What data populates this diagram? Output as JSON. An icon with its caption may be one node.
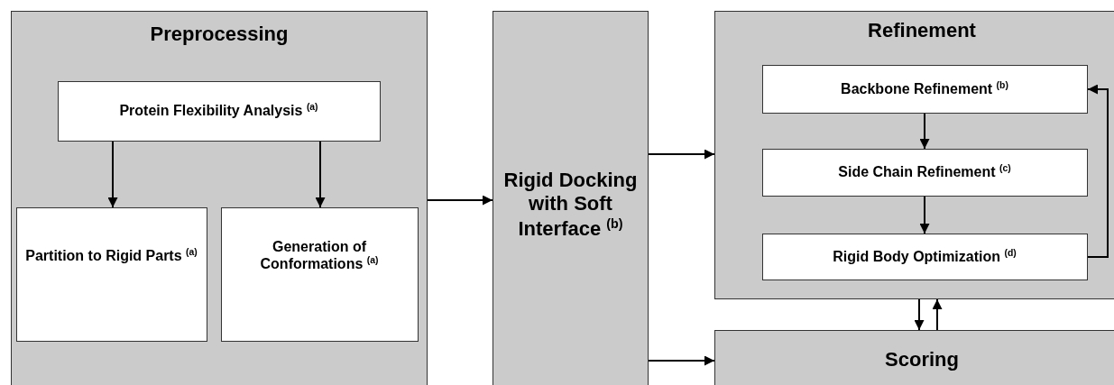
{
  "diagram": {
    "nodes": [
      {
        "text": [
          "Preprocessing"
        ]
      },
      {
        "text": [
          "Protein Flexibility Analysis $^{(a)}$"
        ],
        "in": 0
      },
      {
        "text": [
          "Partition to Rigid Parts $^{(a)}$"
        ],
        "in": 0
      },
      {
        "text": [
          "Generation of Conformations $^{(a)}$"
        ],
        "in": 0
      },
      {
        "text": [
          "Rigid Docking with Soft Interface $^{(b)}$"
        ]
      },
      {
        "text": [
          "Refinement"
        ]
      },
      {
        "text": [
          "Backbone Refinement $^{(b)}$"
        ],
        "in": 5
      },
      {
        "text": [
          "Side Chain Refinement $^{(c)}$"
        ],
        "in": 5
      },
      {
        "text": [
          "Rigid Body Optimization $^{(d)}$"
        ],
        "in": 5
      },
      {
        "text": [
          "Scoring"
        ]
      }
    ],
    "edges": [
      {
        "from": 1,
        "to": 2,
        "arrow": "to"
      },
      {
        "from": 1,
        "to": 3,
        "arrow": "to"
      },
      {
        "from": 0,
        "to": 4,
        "arrow": "to"
      },
      {
        "from": 4,
        "to": 5,
        "arrow": "to"
      },
      {
        "from": 4,
        "to": 9,
        "arrow": "to"
      },
      {
        "from": 6,
        "to": 7,
        "arrow": "to"
      },
      {
        "from": 7,
        "to": 8,
        "arrow": "to"
      },
      {
        "from": 8,
        "to": 6,
        "arrow": "to"
      },
      {
        "from": 5,
        "to": 9,
        "arrow": "to"
      },
      {
        "from": 9,
        "to": 5,
        "arrow": "to"
      }
    ]
  }
}
